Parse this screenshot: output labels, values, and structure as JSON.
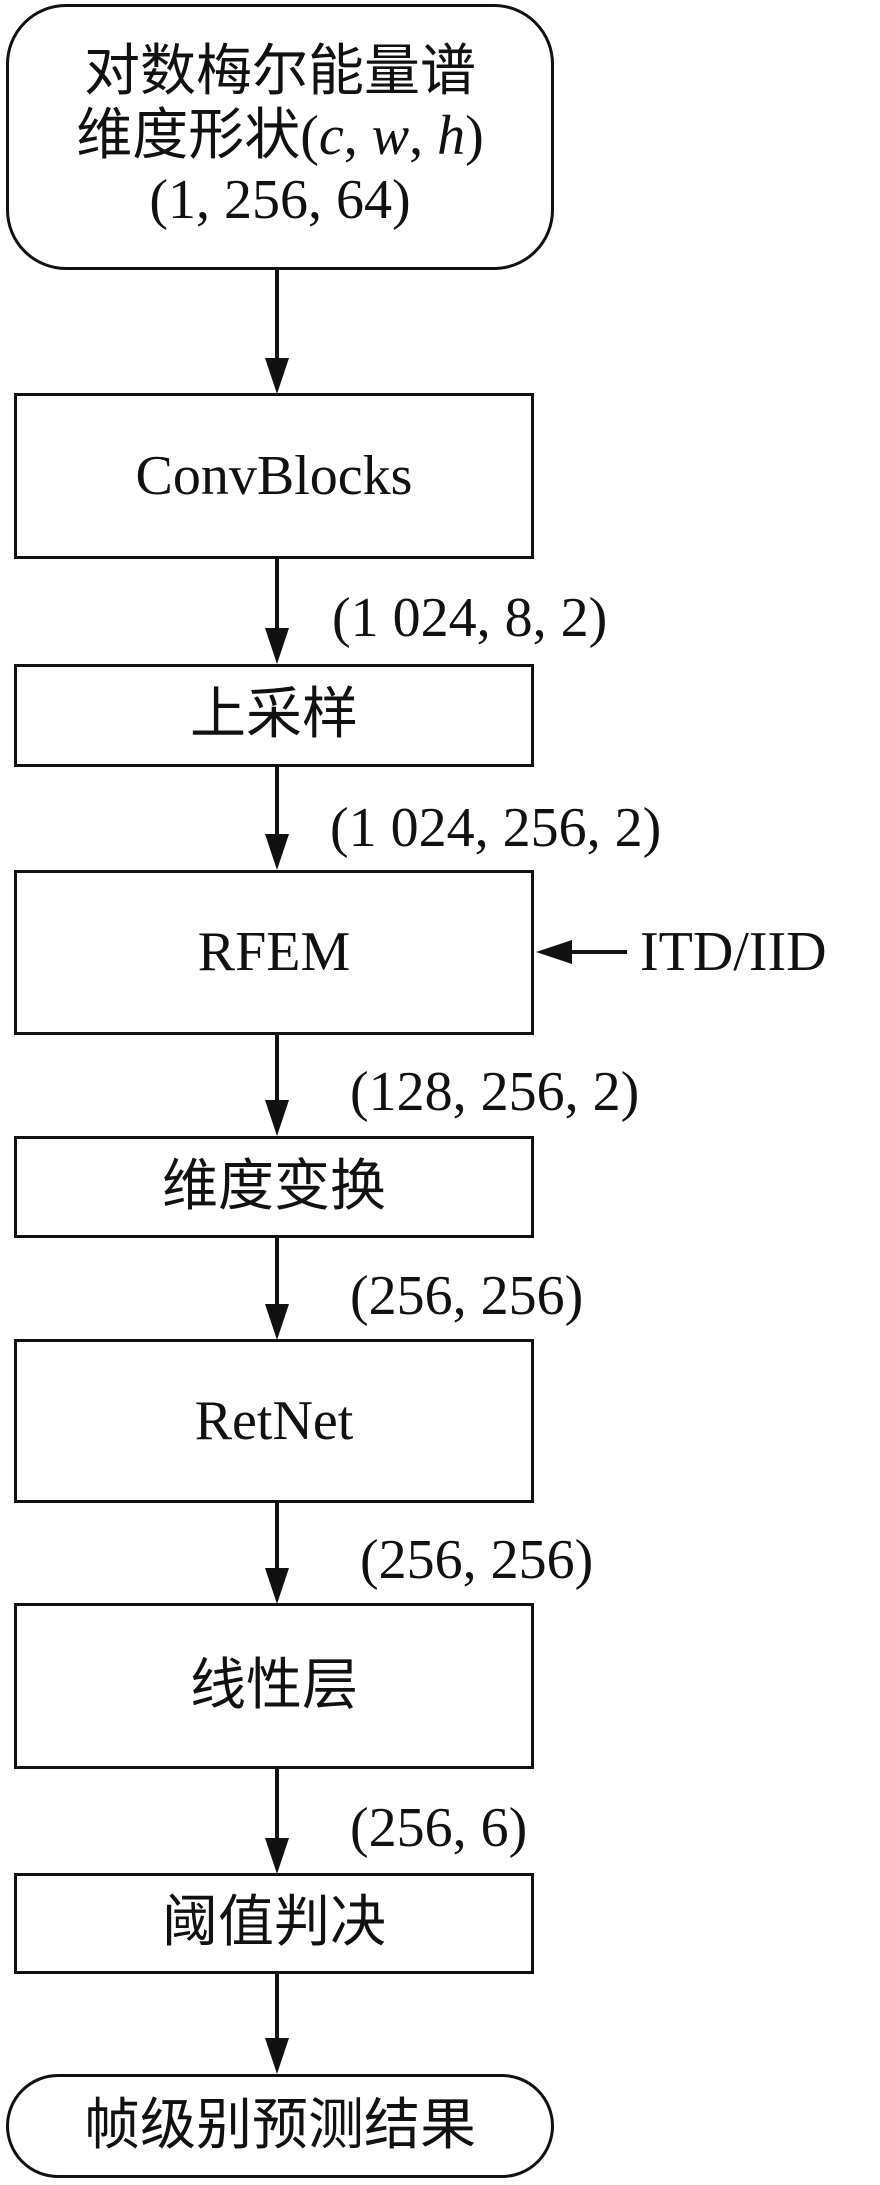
{
  "input": {
    "line1": "对数梅尔能量谱",
    "line2_prefix": "维度形状(",
    "var_c": "c",
    "sep1": ", ",
    "var_w": "w",
    "sep2": ", ",
    "var_h": "h",
    "line2_suffix": ")",
    "line3": "(1, 256, 64)"
  },
  "blocks": {
    "convblocks": "ConvBlocks",
    "upsample": "上采样",
    "rfem": "RFEM",
    "reshape": "维度变换",
    "retnet": "RetNet",
    "linear": "线性层",
    "threshold": "阈值判决"
  },
  "output": "帧级别预测结果",
  "shapes": {
    "after_convblocks": "(1 024, 8, 2)",
    "after_upsample": "(1 024, 256, 2)",
    "after_rfem": "(128, 256, 2)",
    "after_reshape": "(256, 256)",
    "after_retnet": "(256, 256)",
    "after_linear": "(256, 6)"
  },
  "side_input": "ITD/IID"
}
